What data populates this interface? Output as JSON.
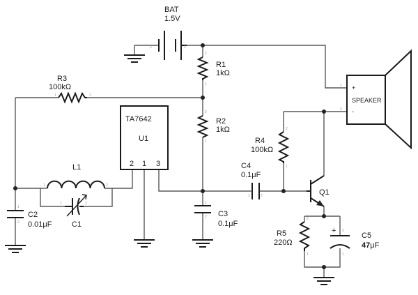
{
  "battery": {
    "ref": "BAT",
    "value": "1.5V"
  },
  "r1": {
    "ref": "R1",
    "value": "1kΩ"
  },
  "r2": {
    "ref": "R2",
    "value": "1kΩ"
  },
  "r3": {
    "ref": "R3",
    "value": "100kΩ"
  },
  "r4": {
    "ref": "R4",
    "value": "100kΩ"
  },
  "r5": {
    "ref": "R5",
    "value": "220Ω"
  },
  "c1": {
    "ref": "C1"
  },
  "c2": {
    "ref": "C2",
    "value": "0.01μF"
  },
  "c3": {
    "ref": "C3",
    "value": "0.1μF"
  },
  "c4": {
    "ref": "C4",
    "value": "0.1μF"
  },
  "c5": {
    "ref": "C5",
    "value_bold": "47",
    "value_unit": "μF"
  },
  "l1": {
    "ref": "L1"
  },
  "ic": {
    "part": "TA7642",
    "ref": "U1",
    "pins": [
      "2",
      "1",
      "3"
    ]
  },
  "q1": {
    "ref": "Q1"
  },
  "speaker": {
    "label": "SPEAKER",
    "plus": "+",
    "minus": "-"
  },
  "pin_numbers": {
    "one": "1",
    "two": "2"
  }
}
